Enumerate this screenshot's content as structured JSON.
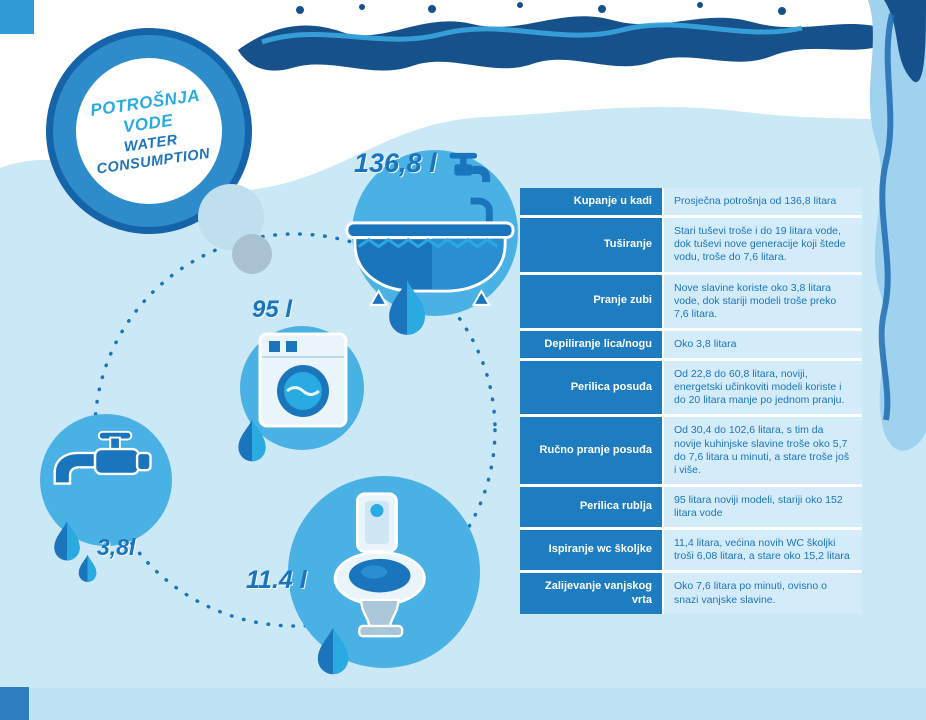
{
  "badge": {
    "line1": "POTROŠNJA",
    "line2": "VODE",
    "line3": "WATER",
    "line4": "CONSUMPTION"
  },
  "appliances": {
    "bathtub": {
      "label": "136,8 l"
    },
    "washing_machine": {
      "label": "95 l"
    },
    "faucet": {
      "label": "3,8l"
    },
    "toilet": {
      "label": "11.4 l"
    }
  },
  "table": {
    "rows": [
      {
        "label": "Kupanje u kadi",
        "value": "Prosječna potrošnja od 136,8 litara"
      },
      {
        "label": "Tuširanje",
        "value": "Stari tuševi troše i do 19 litara vode, dok tuševi nove generacije koji štede vodu, troše do 7,6 litara."
      },
      {
        "label": "Pranje zubi",
        "value": "Nove slavine koriste oko 3,8 litara vode, dok stariji modeli troše preko 7,6 litara."
      },
      {
        "label": "Depiliranje lica/nogu",
        "value": "Oko 3,8 litara"
      },
      {
        "label": "Perilica posuđa",
        "value": "Od 22,8 do 60,8 litara, noviji, energetski učinkoviti modeli koriste i do 20 litara manje po jednom pranju."
      },
      {
        "label": "Ručno pranje posuđa",
        "value": "Od 30,4 do 102,6 litara, s tim da novije kuhinjske slavine troše oko 5,7 do 7,6 litara u minuti, a stare troše još i više."
      },
      {
        "label": "Perilica rublja",
        "value": "95 litara noviji modeli, stariji oko 152 litara vode"
      },
      {
        "label": "Ispiranje wc školjke",
        "value": "11,4 litara, većina novih WC školjki troši 6,08 litara, a stare oko 15,2 litara"
      },
      {
        "label": "Zalijevanje vanjskog vrta",
        "value": "Oko 7,6 litara po minuti, ovisno o snazi vanjske slavine."
      }
    ]
  },
  "colors": {
    "primary": "#1b75bc",
    "accent": "#29abe2",
    "circle_fill": "#49b1e4",
    "page_bg": "#cbe8f6",
    "table_label_bg": "#1e7cc0",
    "table_value_bg": "#d4ecf9"
  }
}
